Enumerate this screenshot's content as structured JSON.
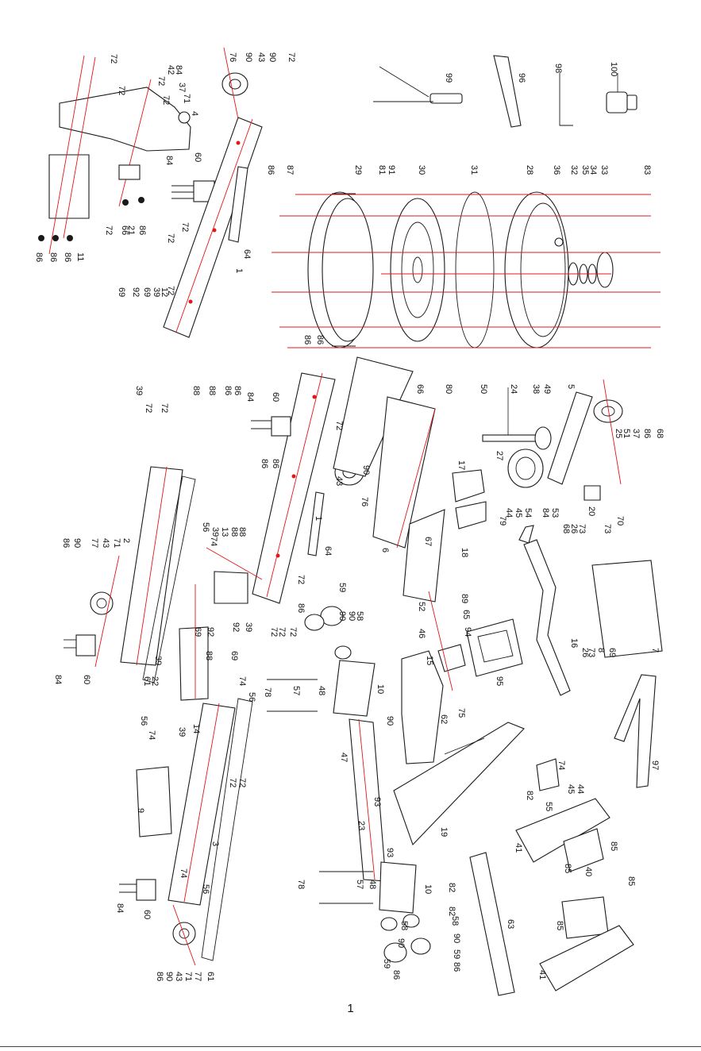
{
  "page_number": "1",
  "colors": {
    "assembly_axis": "#e01818",
    "line_art": "#1a1a1a",
    "background": "#ffffff"
  },
  "callouts": {
    "c100": "100",
    "c98": "98",
    "c96": "96",
    "c99": "99",
    "c72": "72",
    "c90": "90",
    "c43": "43",
    "c76": "76",
    "c84": "84",
    "c42": "42",
    "c37": "37",
    "c71": "71",
    "c4": "4",
    "c60": "60",
    "c86": "86",
    "c11": "11",
    "c21": "21",
    "c66": "66",
    "c64": "64",
    "c1": "1",
    "c87": "87",
    "c29": "29",
    "c81": "81",
    "c91": "91",
    "c30": "30",
    "c31": "31",
    "c28": "28",
    "c36": "36",
    "c35": "35",
    "c32": "32",
    "c34": "34",
    "c33": "33",
    "c83": "83",
    "c69": "69",
    "c92": "92",
    "c39": "39",
    "c12": "12",
    "c88": "88",
    "c80": "80",
    "c50": "50",
    "c24": "24",
    "c49": "49",
    "c38": "38",
    "c5": "5",
    "c68": "68",
    "c51": "51",
    "c25": "25",
    "c27": "27",
    "c17": "17",
    "c6": "6",
    "c54": "54",
    "c45": "45",
    "c53": "53",
    "c44": "44",
    "c20": "20",
    "c70": "70",
    "c18": "18",
    "c79": "79",
    "c67": "67",
    "c13": "13",
    "c2": "2",
    "c77": "77",
    "c56": "56",
    "c74": "74",
    "c73": "73",
    "c26": "26",
    "c7": "7",
    "c8": "8",
    "c59": "59",
    "c58": "58",
    "c89": "89",
    "c52": "52",
    "c65": "65",
    "c94": "94",
    "c46": "46",
    "c15": "15",
    "c95": "95",
    "c16": "16",
    "c22": "22",
    "c61": "61",
    "c14": "14",
    "c10": "10",
    "c57": "57",
    "c78": "78",
    "c48": "48",
    "c62": "62",
    "c75": "75",
    "c47": "47",
    "c93": "93",
    "c23": "23",
    "c9": "9",
    "c3": "3",
    "c19": "19",
    "c55": "55",
    "c82": "82",
    "c97": "97",
    "c41": "41",
    "c85": "85",
    "c40": "40",
    "c63": "63"
  }
}
